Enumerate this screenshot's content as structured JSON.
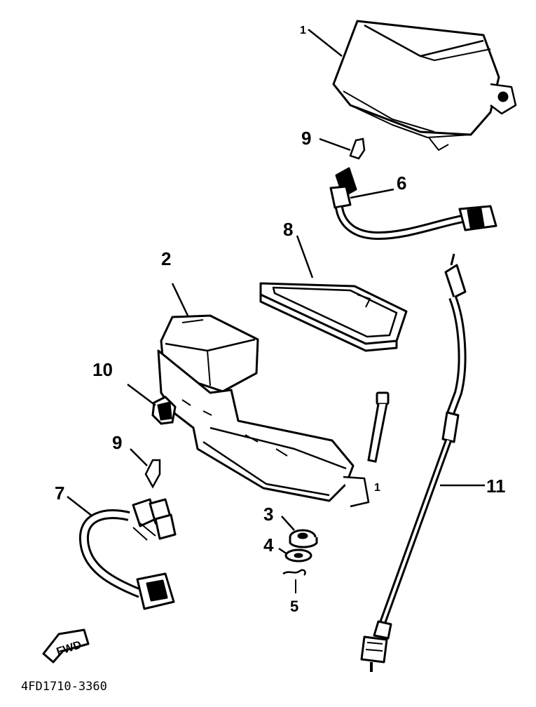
{
  "labels": {
    "p1_meter": "1",
    "p9_top": "9",
    "p6": "6",
    "p8": "8",
    "p2": "2",
    "p10": "10",
    "p9_bottom": "9",
    "p7": "7",
    "p1_bracket": "1",
    "p3": "3",
    "p4": "4",
    "p5": "5",
    "p11": "11"
  },
  "fwd_label": "FWD",
  "diagram_code": "4FD1710-3360",
  "icons": {
    "meter": "speedometer-unit-icon",
    "bulb": "bulb-icon",
    "lead": "meter-lead-icon",
    "gasket": "gasket-icon",
    "case": "meter-case-icon",
    "bracket": "meter-bracket-icon",
    "cable": "speedometer-cable-icon",
    "arrow": "forward-arrow-icon"
  }
}
